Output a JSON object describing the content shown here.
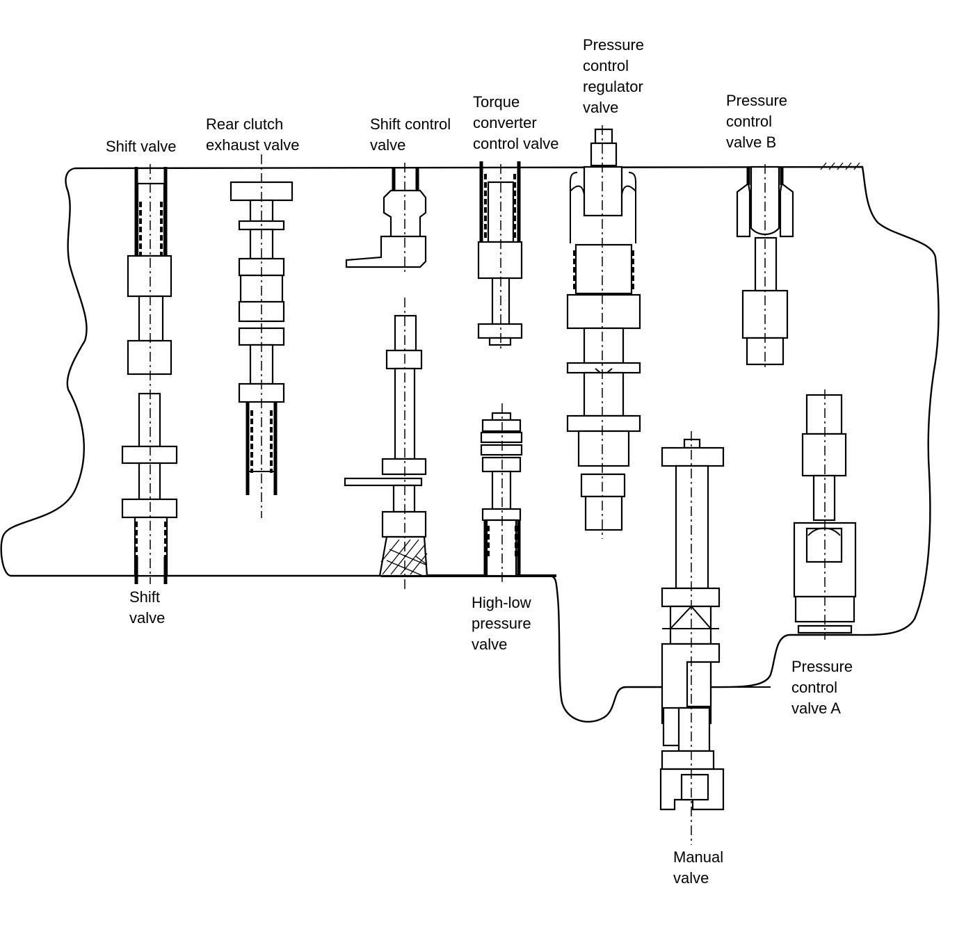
{
  "labels": {
    "shift_valve_top": [
      "Shift valve"
    ],
    "rear_clutch_exhaust": [
      "Rear clutch",
      "exhaust valve"
    ],
    "shift_control": [
      "Shift control",
      "valve"
    ],
    "torque_converter": [
      "Torque",
      "converter",
      "control valve"
    ],
    "pressure_control_regulator": [
      "Pressure",
      "control",
      "regulator",
      "valve"
    ],
    "pressure_control_b": [
      "Pressure",
      "control",
      "valve B"
    ],
    "shift_valve_bottom": [
      "Shift",
      "valve"
    ],
    "high_low_pressure": [
      "High-low",
      "pressure",
      "valve"
    ],
    "pressure_control_a": [
      "Pressure",
      "control",
      "valve A"
    ],
    "manual_valve": [
      "Manual",
      "valve"
    ]
  },
  "colors": {
    "ink": "#000000",
    "paper": "#ffffff"
  }
}
